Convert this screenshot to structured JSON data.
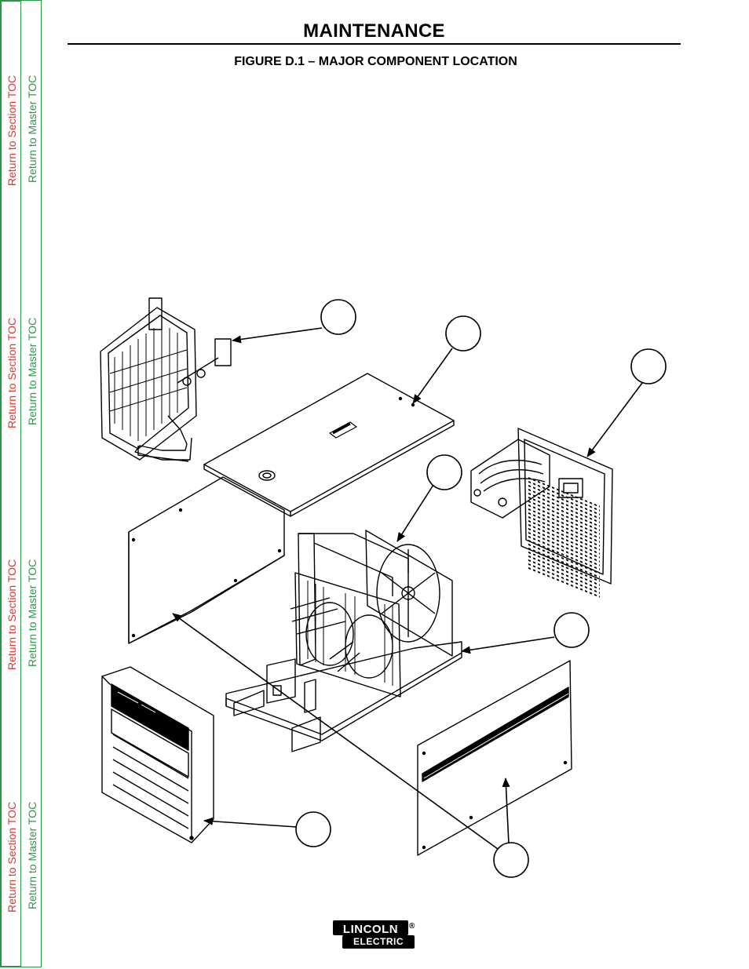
{
  "toc": {
    "section_label": "Return to Section TOC",
    "master_label": "Return to Master TOC",
    "colors": {
      "section": "#e0352d",
      "master": "#2a9a48"
    }
  },
  "header": {
    "title": "MAINTENANCE",
    "figure_caption": "FIGURE D.1 – MAJOR COMPONENT LOCATION"
  },
  "diagram": {
    "callout_count": 7,
    "icons": [
      "callout-circle",
      "leader-arrow"
    ]
  },
  "footer": {
    "logo_top": "LINCOLN",
    "logo_bottom": "ELECTRIC",
    "logo_mark": "®"
  }
}
